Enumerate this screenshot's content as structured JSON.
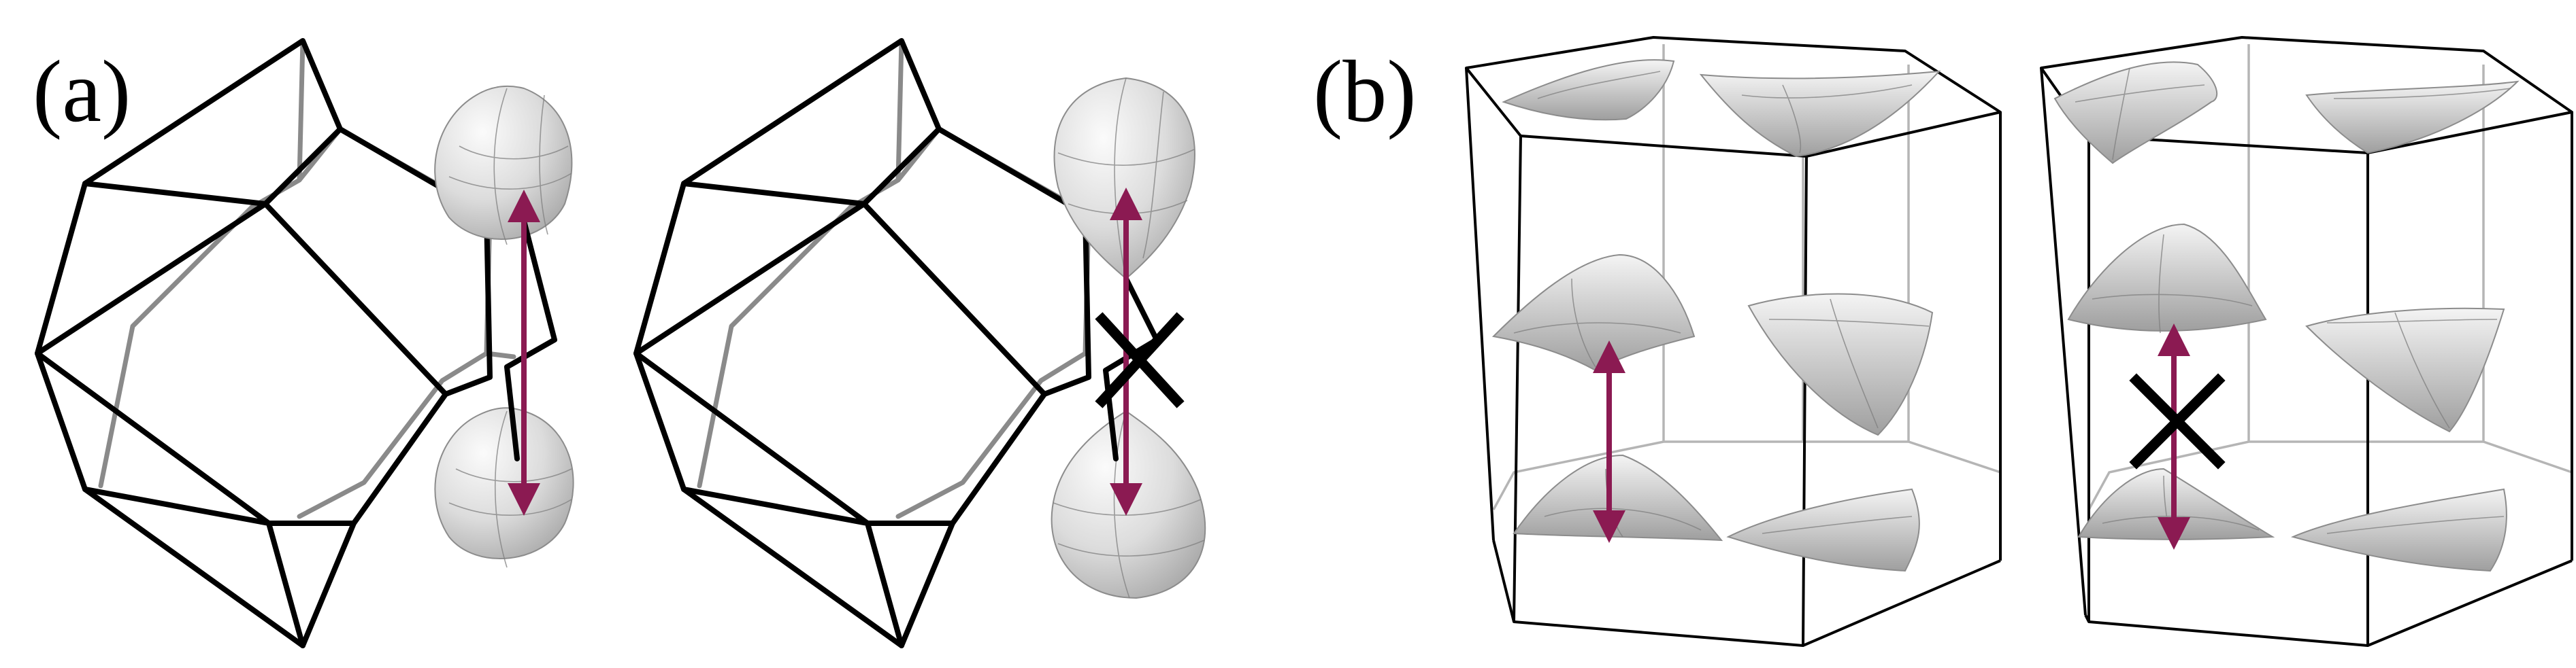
{
  "labels": {
    "a": "(a)",
    "b": "(b)"
  },
  "colors": {
    "nesting_arrow": "#8b1a52",
    "cross": "#000000",
    "bz_front": "#000000",
    "bz_back": "#8a8a8a",
    "pocket_fill": "#d9d9d9"
  },
  "icons": {
    "nesting_arrow": "double-headed-arrow",
    "forbidden": "x-cross"
  },
  "panels": [
    {
      "id": "a-left",
      "nesting": "allowed"
    },
    {
      "id": "a-right",
      "nesting": "forbidden"
    },
    {
      "id": "b-left",
      "nesting": "allowed"
    },
    {
      "id": "b-right",
      "nesting": "forbidden"
    }
  ]
}
